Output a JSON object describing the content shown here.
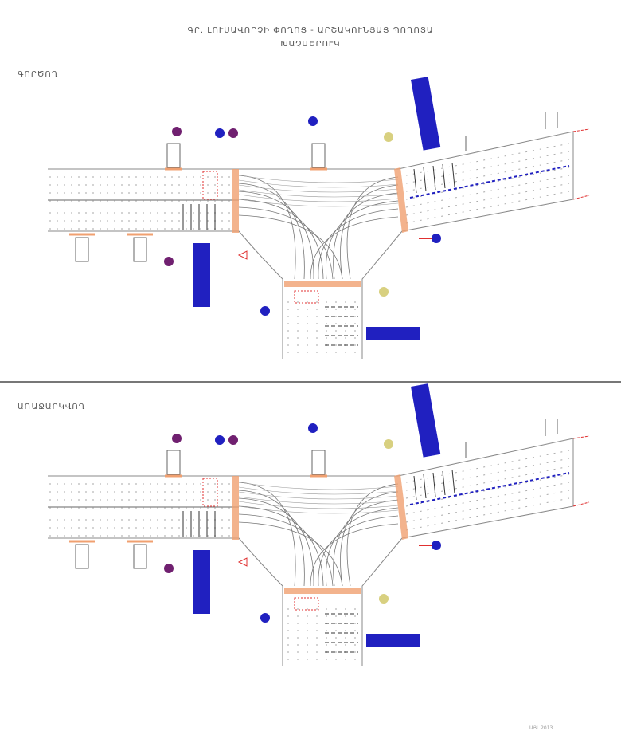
{
  "title": {
    "line1": "ԳՐ. ԼՈՒՍԱՎՈՐՉԻ ՓՈՂՈՑ - ԱՐՇԱԿՈՒՆՅԱՑ ՊՈՂՈՏԱ",
    "line2": "ԽԱՉՄԵՐՈՒԿ"
  },
  "sections": [
    {
      "label": "ԳՈՐԾՈՂ"
    },
    {
      "label": "ԱՌԱՋԱՐԿՎՈՂ"
    }
  ],
  "footer": "ԱՅԼ.2013",
  "colors": {
    "road_edge": "#888888",
    "crosswalk": "#f0a070",
    "sign_blue": "#2020c0",
    "sign_purple": "#702070",
    "sign_yellow": "#d8d080",
    "marking_red": "#e03030"
  }
}
